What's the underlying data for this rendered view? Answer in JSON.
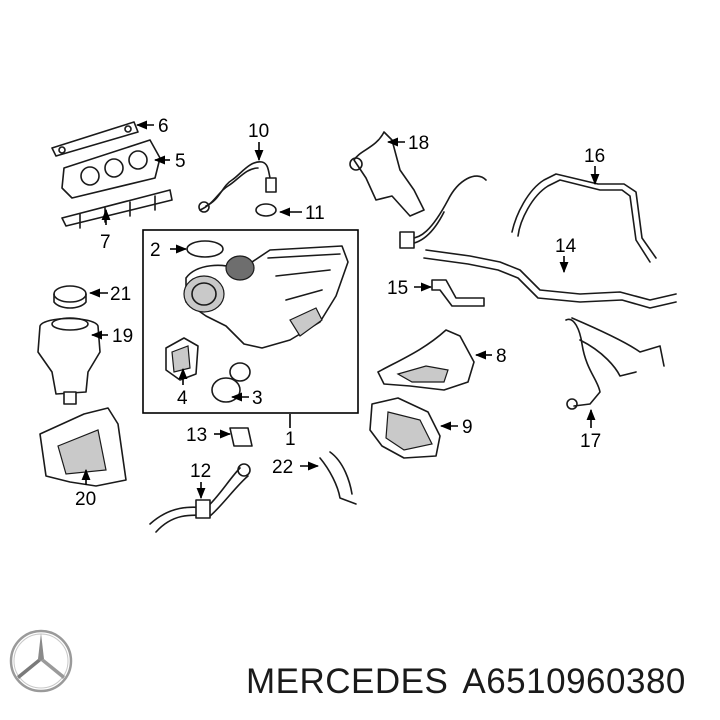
{
  "callouts": {
    "c1": "1",
    "c2": "2",
    "c3": "3",
    "c4": "4",
    "c5": "5",
    "c6": "6",
    "c7": "7",
    "c8": "8",
    "c9": "9",
    "c10": "10",
    "c11": "11",
    "c12": "12",
    "c13": "13",
    "c14": "14",
    "c15": "15",
    "c16": "16",
    "c17": "17",
    "c18": "18",
    "c19": "19",
    "c20": "20",
    "c21": "21",
    "c22": "22"
  },
  "footer": {
    "brand": "MERCEDES",
    "part_number": "A6510960380"
  },
  "logo_icon": "mercedes-star-icon"
}
